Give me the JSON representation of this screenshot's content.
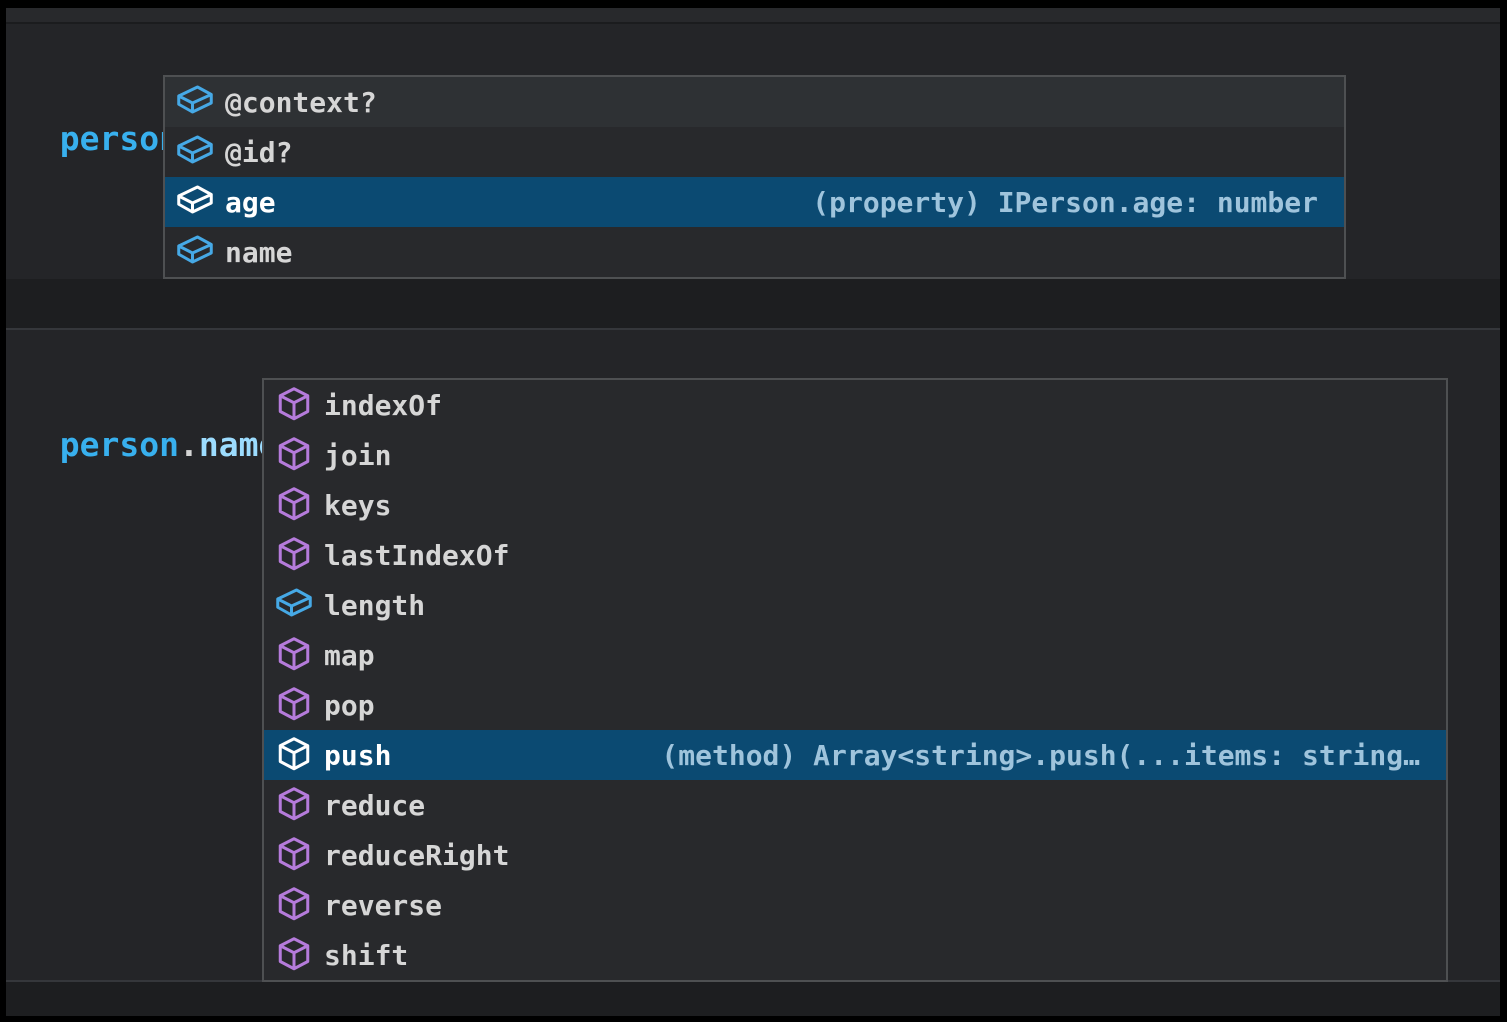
{
  "colors": {
    "frame": "#000000",
    "editor-bg": "#242528",
    "strip-bg": "#28292c",
    "gap-bg": "#1d1e20",
    "popup-bg": "#28292c",
    "popup-border": "#4e5052",
    "row-highlight-bg": "#2e3134",
    "selected-bg": "#0b4a72",
    "label": "#d6d6d6",
    "selected-label": "#ffffff",
    "detail": "#9fc4dc",
    "variable": "#38b0ee",
    "property": "#9cdcfe",
    "punctuation": "#d4d4d4",
    "squiggle": "#f04a4a",
    "field-icon": "#46a9e6",
    "method-icon": "#b57bdb",
    "selected-icon": "#ffffff"
  },
  "editor": {
    "line1_text": "person.;",
    "line1_tokens": [
      {
        "text": "person",
        "style": "variable"
      },
      {
        "text": ".",
        "style": "punctuation",
        "squiggle": true
      },
      {
        "text": ";",
        "style": "punctuation",
        "squiggle": true
      }
    ],
    "line2_text": "person.name.;",
    "line2_tokens": [
      {
        "text": "person",
        "style": "variable"
      },
      {
        "text": ".",
        "style": "punctuation"
      },
      {
        "text": "name",
        "style": "property"
      },
      {
        "text": ".",
        "style": "punctuation",
        "squiggle": true
      },
      {
        "text": ";",
        "style": "punctuation",
        "squiggle": true
      }
    ]
  },
  "popups": [
    {
      "items": [
        {
          "label": "@context?",
          "kind": "field",
          "highlighted": true
        },
        {
          "label": "@id?",
          "kind": "field"
        },
        {
          "label": "age",
          "kind": "field",
          "selected": true,
          "detail": "(property) IPerson.age: number"
        },
        {
          "label": "name",
          "kind": "field"
        }
      ]
    },
    {
      "items": [
        {
          "label": "indexOf",
          "kind": "method"
        },
        {
          "label": "join",
          "kind": "method"
        },
        {
          "label": "keys",
          "kind": "method"
        },
        {
          "label": "lastIndexOf",
          "kind": "method"
        },
        {
          "label": "length",
          "kind": "field"
        },
        {
          "label": "map",
          "kind": "method"
        },
        {
          "label": "pop",
          "kind": "method"
        },
        {
          "label": "push",
          "kind": "method",
          "selected": true,
          "detail": "(method) Array<string>.push(...items: string…"
        },
        {
          "label": "reduce",
          "kind": "method"
        },
        {
          "label": "reduceRight",
          "kind": "method"
        },
        {
          "label": "reverse",
          "kind": "method"
        },
        {
          "label": "shift",
          "kind": "method"
        }
      ]
    }
  ]
}
